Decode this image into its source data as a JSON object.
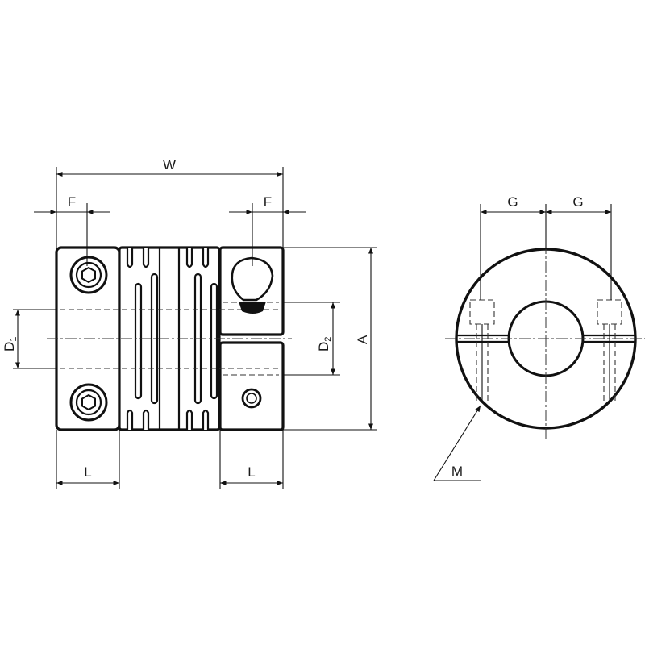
{
  "labels": {
    "W": "W",
    "F_left": "F",
    "F_right": "F",
    "D1_main": "D",
    "D1_sub": "1",
    "D2_main": "D",
    "D2_sub": "2",
    "A": "A",
    "L_left": "L",
    "L_right": "L",
    "G_left": "G",
    "G_right": "G",
    "M": "M"
  }
}
